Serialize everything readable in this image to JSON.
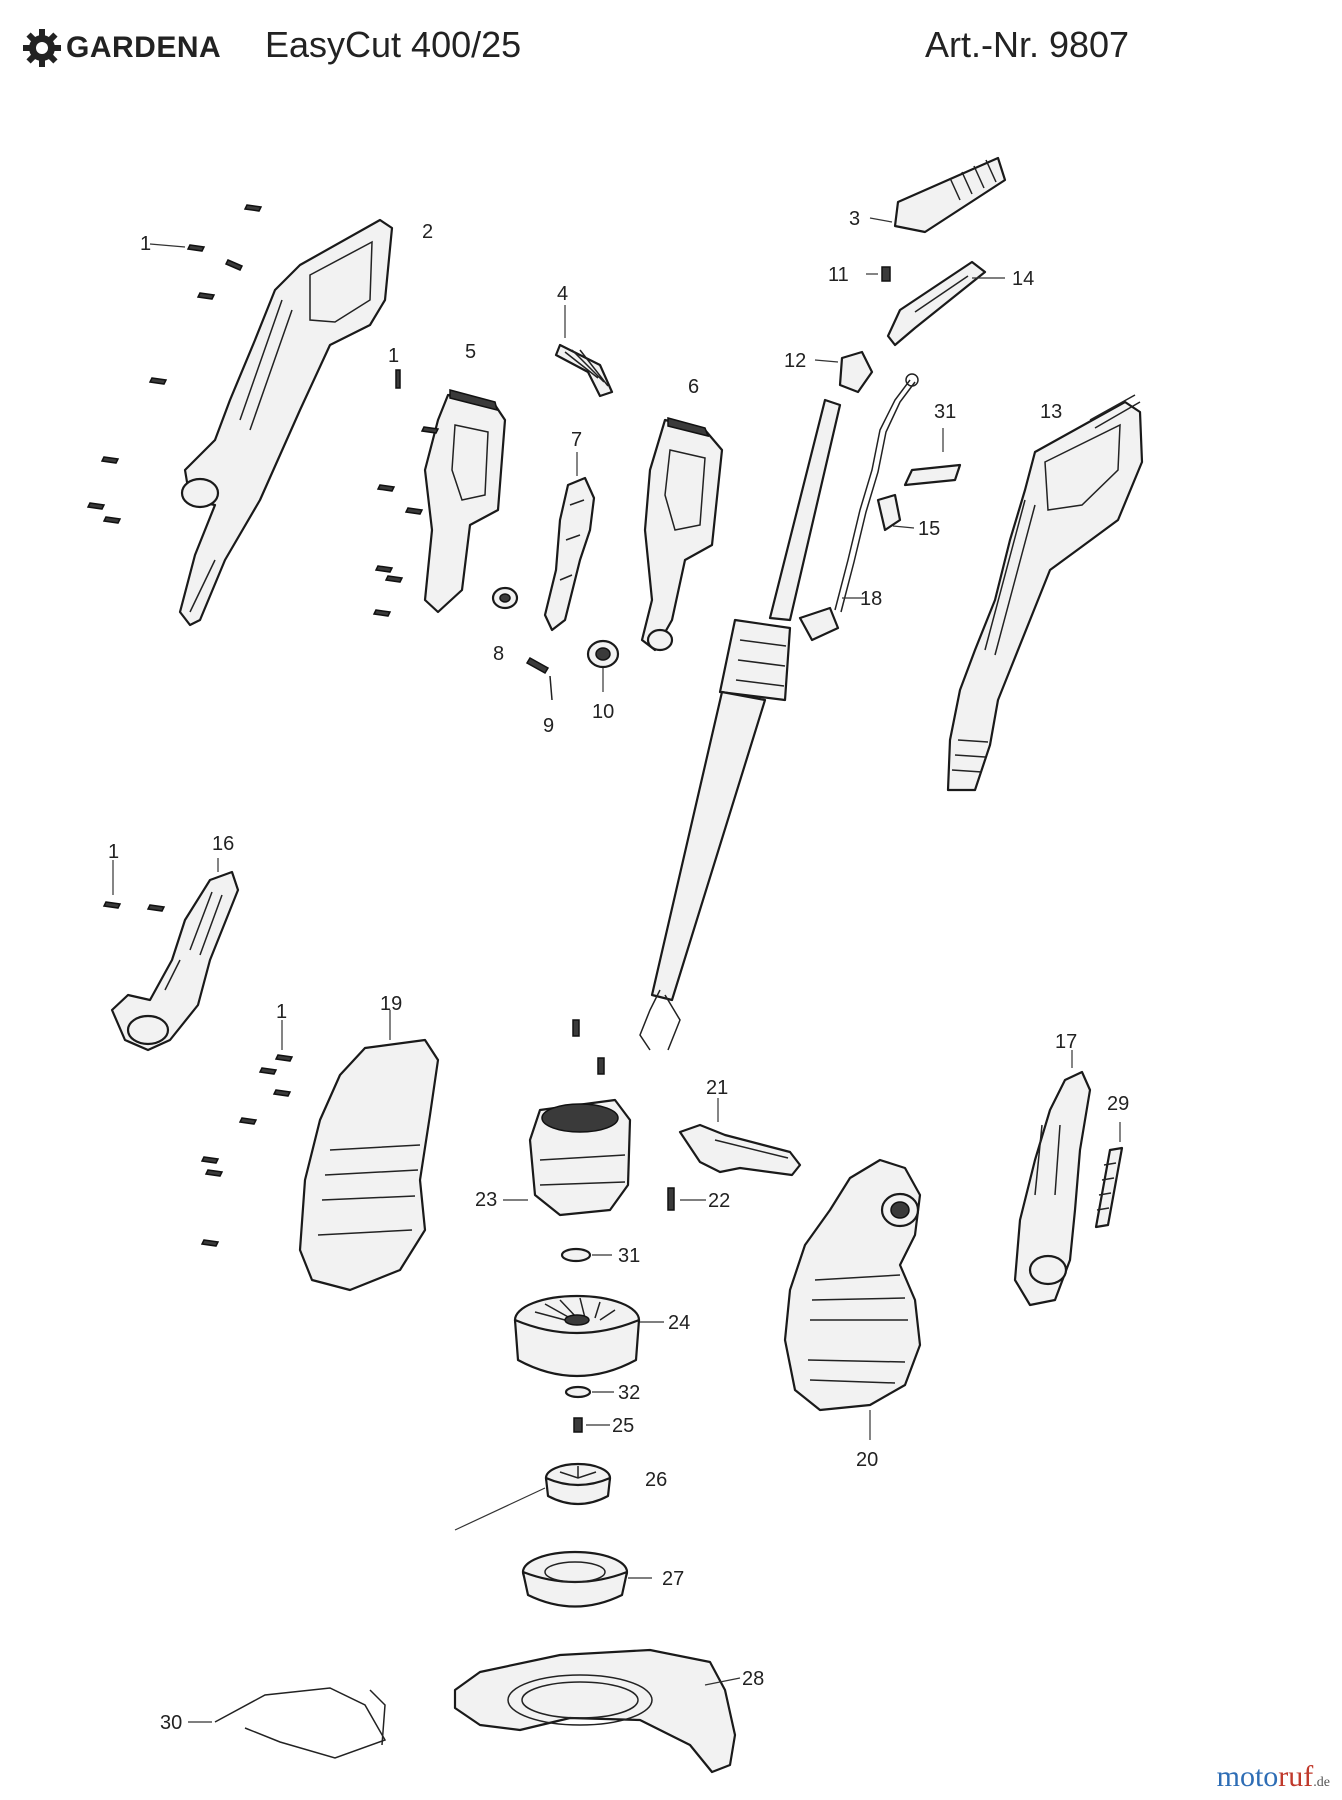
{
  "header": {
    "brand": "GARDENA",
    "model": "EasyCut 400/25",
    "article": "Art.-Nr. 9807"
  },
  "parts": {
    "p1": "1",
    "p1b": "1",
    "p1c": "1",
    "p1d": "1",
    "p2": "2",
    "p3": "3",
    "p4": "4",
    "p5": "5",
    "p6": "6",
    "p7": "7",
    "p8": "8",
    "p9": "9",
    "p10": "10",
    "p11": "11",
    "p12": "12",
    "p13": "13",
    "p14": "14",
    "p15": "15",
    "p16": "16",
    "p17": "17",
    "p18": "18",
    "p19": "19",
    "p20": "20",
    "p21": "21",
    "p22": "22",
    "p23": "23",
    "p24": "24",
    "p25": "25",
    "p26": "26",
    "p27": "27",
    "p28": "28",
    "p29": "29",
    "p30": "30",
    "p31": "31",
    "p31b": "31",
    "p32": "32"
  },
  "footer": {
    "logo_a": "moto",
    "logo_b": "ruf",
    "logo_c": "",
    "domain": ".de"
  }
}
